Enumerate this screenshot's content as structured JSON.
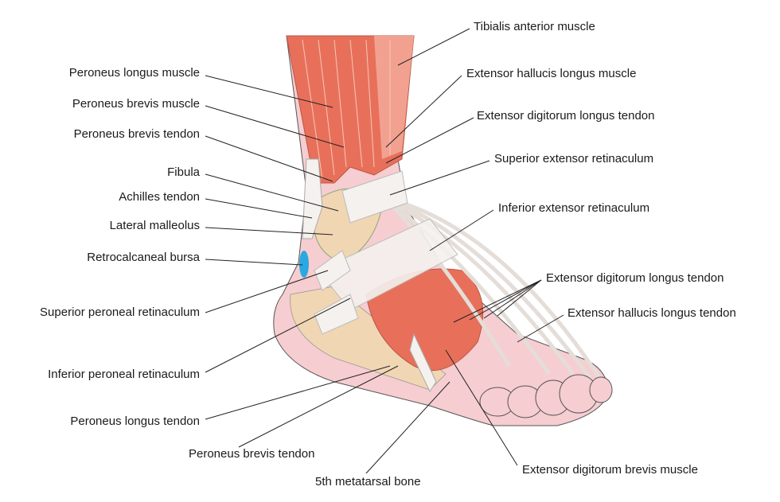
{
  "diagram": {
    "left_labels": [
      "Peroneus longus muscle",
      "Peroneus brevis muscle",
      "Peroneus brevis tendon",
      "Fibula",
      "Achilles tendon",
      "Lateral malleolus",
      "Retrocalcaneal bursa",
      "Superior peroneal retinaculum",
      "Inferior peroneal retinaculum",
      "Peroneus longus tendon"
    ],
    "bottom_labels": [
      "Peroneus brevis tendon",
      "5th metatarsal bone",
      "Extensor digitorum brevis muscle"
    ],
    "right_labels": [
      "Tibialis anterior muscle",
      "Extensor hallucis longus muscle",
      "Extensor digitorum longus tendon",
      "Superior extensor retinaculum",
      "Inferior extensor retinaculum",
      "Extensor digitorum longus tendon",
      "Extensor hallucis longus tendon"
    ],
    "colors": {
      "muscle": "#e8705a",
      "muscle_light": "#f2a190",
      "bone": "#f1d6b4",
      "skin": "#f6cdd0",
      "tendon": "#f4f1ee",
      "bursa": "#2aa8e0",
      "line": "#222222"
    }
  }
}
